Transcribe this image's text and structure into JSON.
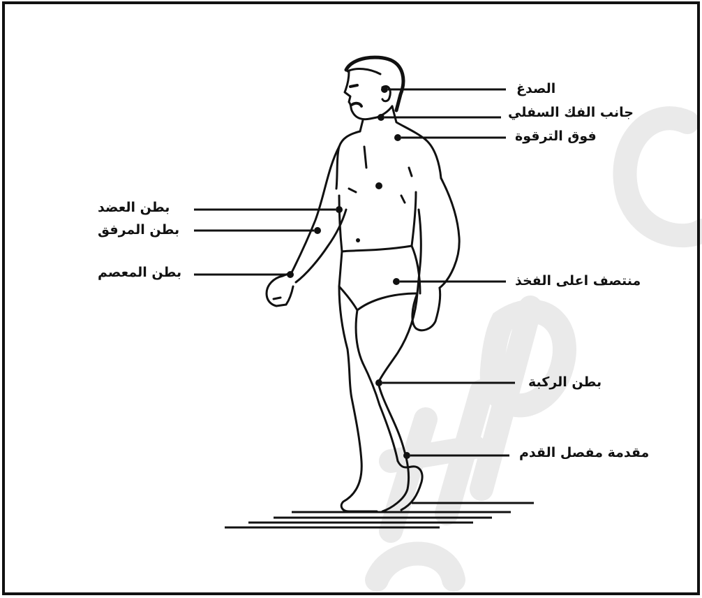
{
  "diagram": {
    "labels": {
      "temple": "الصدغ",
      "jaw_side": "جانب الفك السفلي",
      "above_clavicle": "فوق الترقوة",
      "upper_arm": "بطن العضد",
      "elbow": "بطن المرفق",
      "wrist": "بطن المعصم",
      "mid_thigh": "منتصف اعلى الفخذ",
      "knee": "بطن الركبة",
      "ankle_front": "مقدمة مفصل القدم"
    },
    "colors": {
      "ink": "#111111",
      "background": "#ffffff",
      "watermark": "#e9e9e9"
    }
  }
}
